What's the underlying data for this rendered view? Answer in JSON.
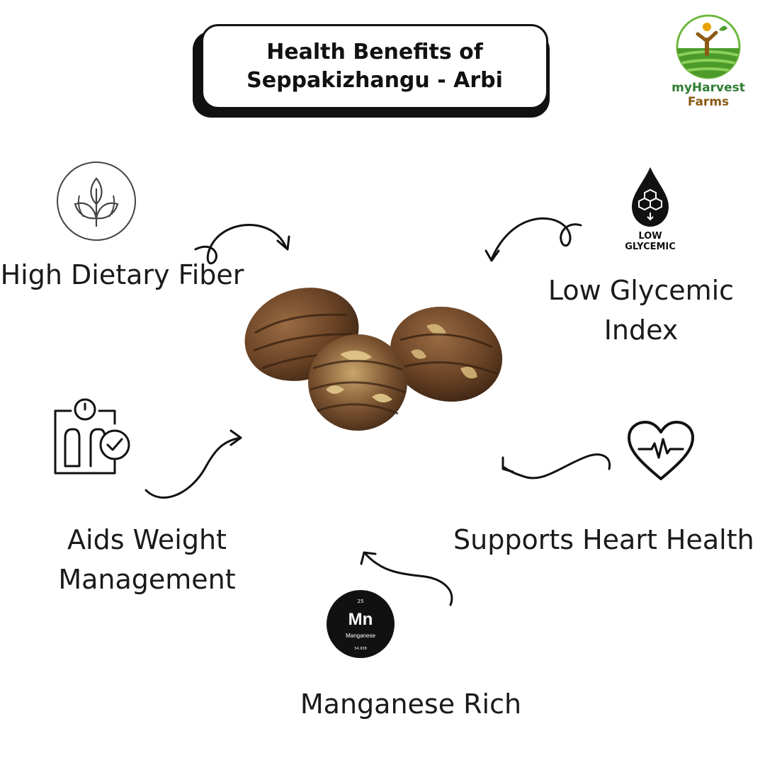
{
  "title": {
    "line1": "Health Benefits of",
    "line2": "Seppakizhangu - Arbi"
  },
  "logo": {
    "line1": "myHarvest",
    "line2": "Farms",
    "colors": {
      "green": "#2e7d32",
      "brown": "#8a5a14",
      "orange": "#e8a200"
    }
  },
  "benefits": {
    "fiber": {
      "label": "High Dietary Fiber",
      "icon": "leaf-icon"
    },
    "glycemic": {
      "line1": "Low Glycemic",
      "line2": "Index",
      "icon": "low-glycemic-drop-icon",
      "icon_text_1": "LOW",
      "icon_text_2": "GLYCEMIC"
    },
    "weight": {
      "line1": "Aids Weight",
      "line2": "Management",
      "icon": "weighing-scale-icon"
    },
    "heart": {
      "label": "Supports Heart Health",
      "icon": "heart-pulse-icon"
    },
    "manganese": {
      "label": "Manganese Rich",
      "icon": "manganese-element-icon",
      "element_number": "25",
      "element_symbol": "Mn",
      "element_name": "Manganese",
      "element_mass": "54.938"
    }
  },
  "center_image": "taro-roots-image"
}
